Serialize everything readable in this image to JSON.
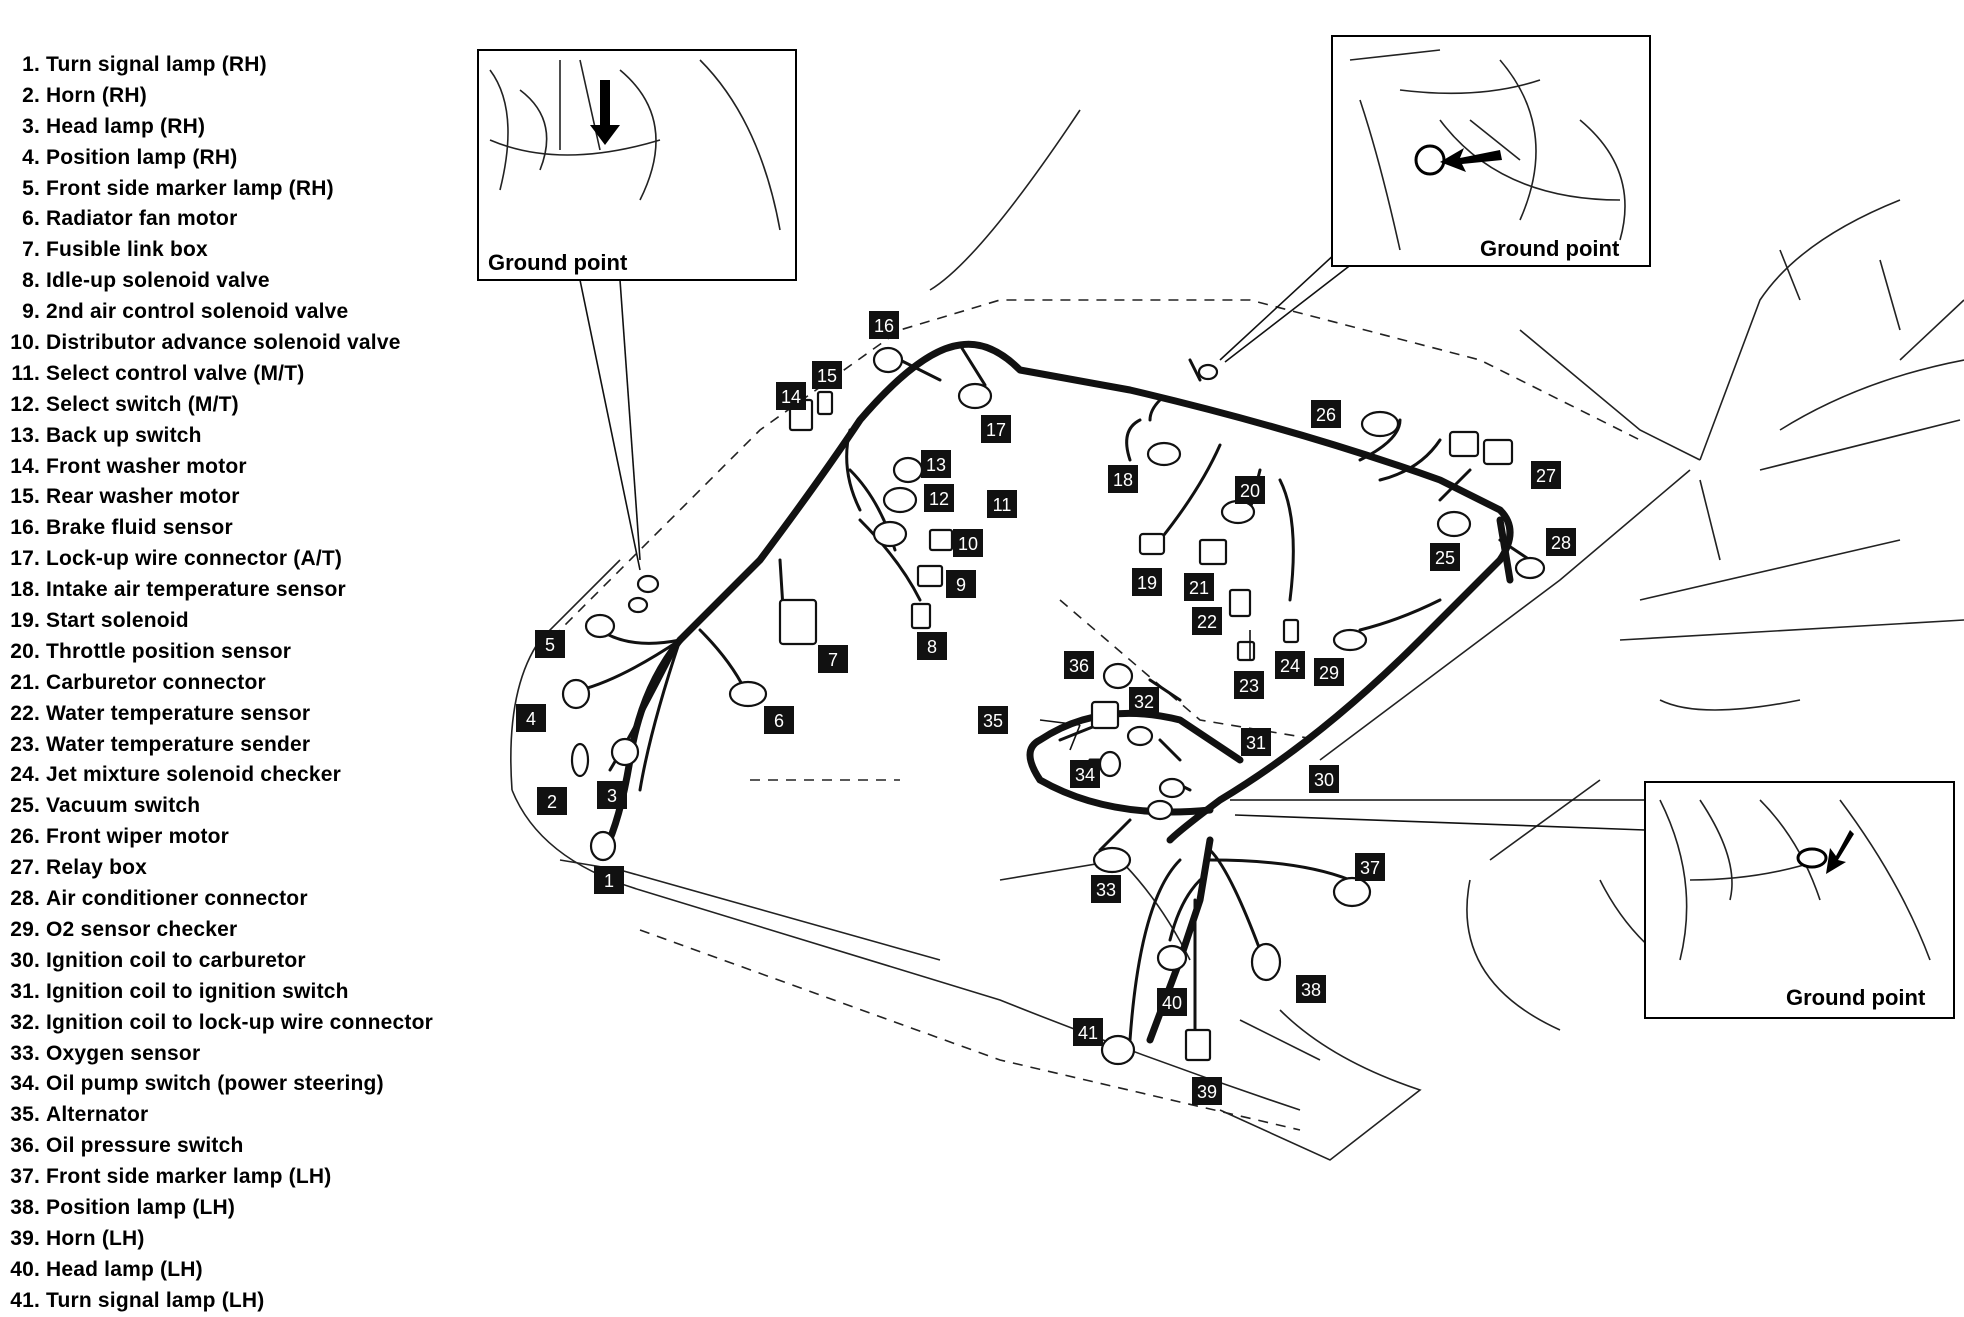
{
  "legend": [
    {
      "num": "1.",
      "text": "Turn signal lamp (RH)"
    },
    {
      "num": "2.",
      "text": "Horn (RH)"
    },
    {
      "num": "3.",
      "text": "Head lamp (RH)"
    },
    {
      "num": "4.",
      "text": "Position lamp (RH)"
    },
    {
      "num": "5.",
      "text": "Front side marker lamp (RH)"
    },
    {
      "num": "6.",
      "text": "Radiator fan motor"
    },
    {
      "num": "7.",
      "text": "Fusible link box"
    },
    {
      "num": "8.",
      "text": "Idle-up solenoid valve"
    },
    {
      "num": "9.",
      "text": "2nd air control solenoid valve"
    },
    {
      "num": "10.",
      "text": "Distributor advance solenoid valve"
    },
    {
      "num": "11.",
      "text": "Select control valve (M/T)"
    },
    {
      "num": "12.",
      "text": "Select switch (M/T)"
    },
    {
      "num": "13.",
      "text": "Back up switch"
    },
    {
      "num": "14.",
      "text": "Front washer motor"
    },
    {
      "num": "15.",
      "text": "Rear washer motor"
    },
    {
      "num": "16.",
      "text": "Brake fluid sensor"
    },
    {
      "num": "17.",
      "text": "Lock-up wire connector (A/T)"
    },
    {
      "num": "18.",
      "text": "Intake air temperature sensor"
    },
    {
      "num": "19.",
      "text": "Start solenoid"
    },
    {
      "num": "20.",
      "text": "Throttle position sensor"
    },
    {
      "num": "21.",
      "text": "Carburetor connector"
    },
    {
      "num": "22.",
      "text": "Water temperature sensor"
    },
    {
      "num": "23.",
      "text": "Water temperature sender"
    },
    {
      "num": "24.",
      "text": "Jet mixture solenoid checker"
    },
    {
      "num": "25.",
      "text": "Vacuum switch"
    },
    {
      "num": "26.",
      "text": "Front wiper motor"
    },
    {
      "num": "27.",
      "text": "Relay box"
    },
    {
      "num": "28.",
      "text": "Air conditioner connector"
    },
    {
      "num": "29.",
      "text": "O2 sensor checker"
    },
    {
      "num": "30.",
      "text": "Ignition coil to carburetor"
    },
    {
      "num": "31.",
      "text": "Ignition coil to ignition switch"
    },
    {
      "num": "32.",
      "text": "Ignition coil to lock-up wire connector"
    },
    {
      "num": "33.",
      "text": "Oxygen sensor"
    },
    {
      "num": "34.",
      "text": "Oil pump switch (power steering)"
    },
    {
      "num": "35.",
      "text": "Alternator"
    },
    {
      "num": "36.",
      "text": "Oil pressure switch"
    },
    {
      "num": "37.",
      "text": "Front side marker lamp (LH)"
    },
    {
      "num": "38.",
      "text": "Position lamp (LH)"
    },
    {
      "num": "39.",
      "text": "Horn (LH)"
    },
    {
      "num": "40.",
      "text": "Head lamp (LH)"
    },
    {
      "num": "41.",
      "text": "Turn signal lamp (LH)"
    }
  ],
  "insets": {
    "left": "Ground point",
    "top_right": "Ground point",
    "bottom_right": "Ground point"
  },
  "callouts": [
    "1",
    "2",
    "3",
    "4",
    "5",
    "6",
    "7",
    "8",
    "9",
    "10",
    "11",
    "12",
    "13",
    "14",
    "15",
    "16",
    "17",
    "18",
    "19",
    "20",
    "21",
    "22",
    "23",
    "24",
    "25",
    "26",
    "27",
    "28",
    "29",
    "30",
    "31",
    "32",
    "33",
    "34",
    "35",
    "36",
    "37",
    "38",
    "39",
    "40",
    "41"
  ]
}
